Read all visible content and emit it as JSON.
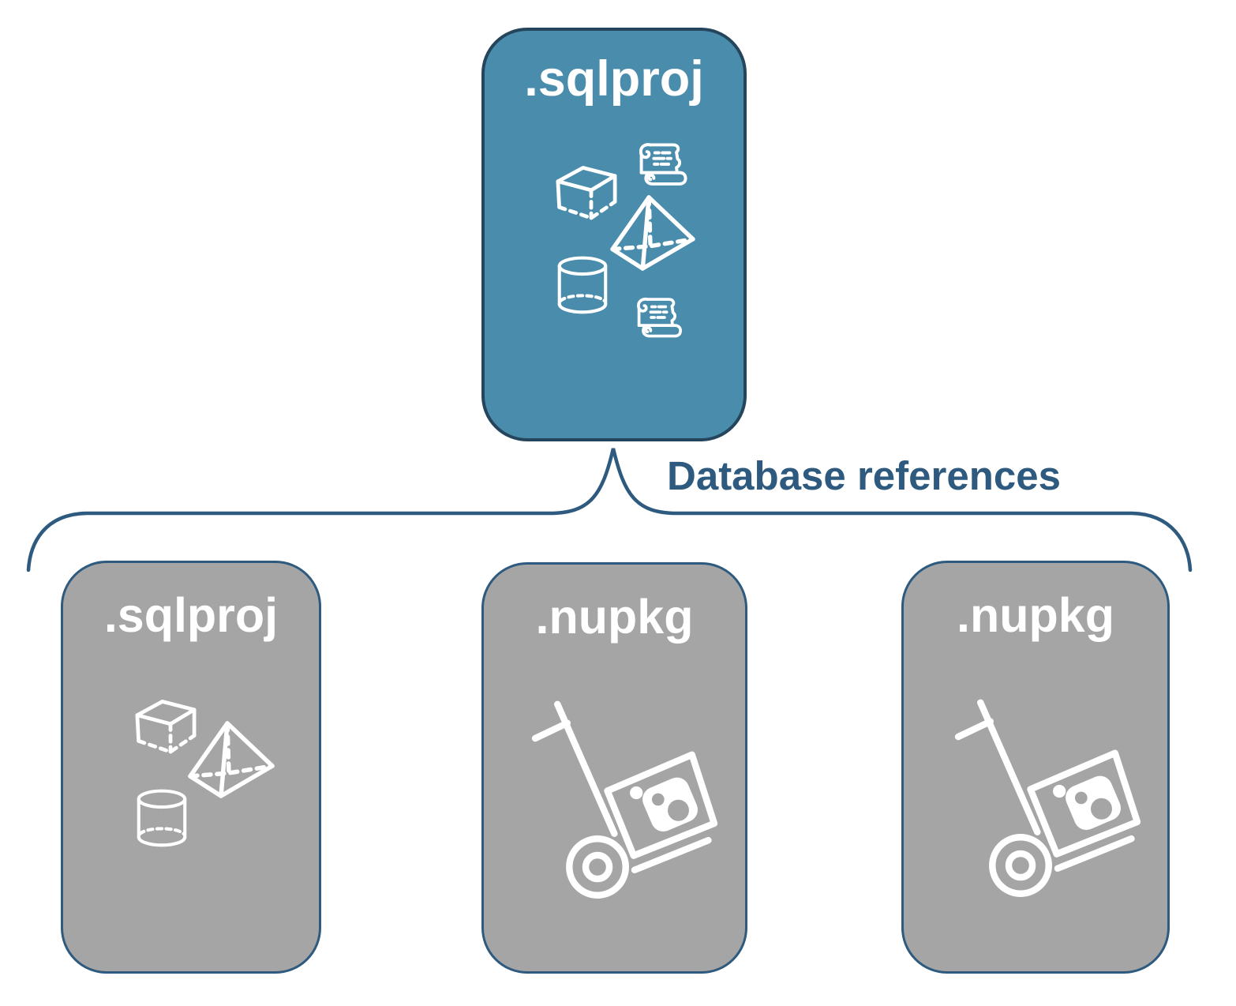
{
  "diagram": {
    "root": {
      "label": ".sqlproj",
      "icons": [
        "scroll-icon",
        "cube-icon",
        "pyramid-icon",
        "cylinder-icon",
        "scroll-icon"
      ]
    },
    "connector": {
      "label": "Database references",
      "type": "curly-brace"
    },
    "children": [
      {
        "label": ".sqlproj",
        "icons": [
          "cube-icon",
          "pyramid-icon",
          "cylinder-icon"
        ]
      },
      {
        "label": ".nupkg",
        "icons": [
          "handtruck-package-icon"
        ]
      },
      {
        "label": ".nupkg",
        "icons": [
          "handtruck-package-icon"
        ]
      }
    ],
    "colors": {
      "root_fill": "#4A8CAC",
      "root_border": "#24455C",
      "child_fill": "#A5A5A5",
      "child_border": "#2D5A7E",
      "connector": "#2D5A7E",
      "box_text": "#FFFFFF",
      "icon_stroke": "#FFFFFF",
      "page_bg": "#FFFFFF"
    }
  }
}
